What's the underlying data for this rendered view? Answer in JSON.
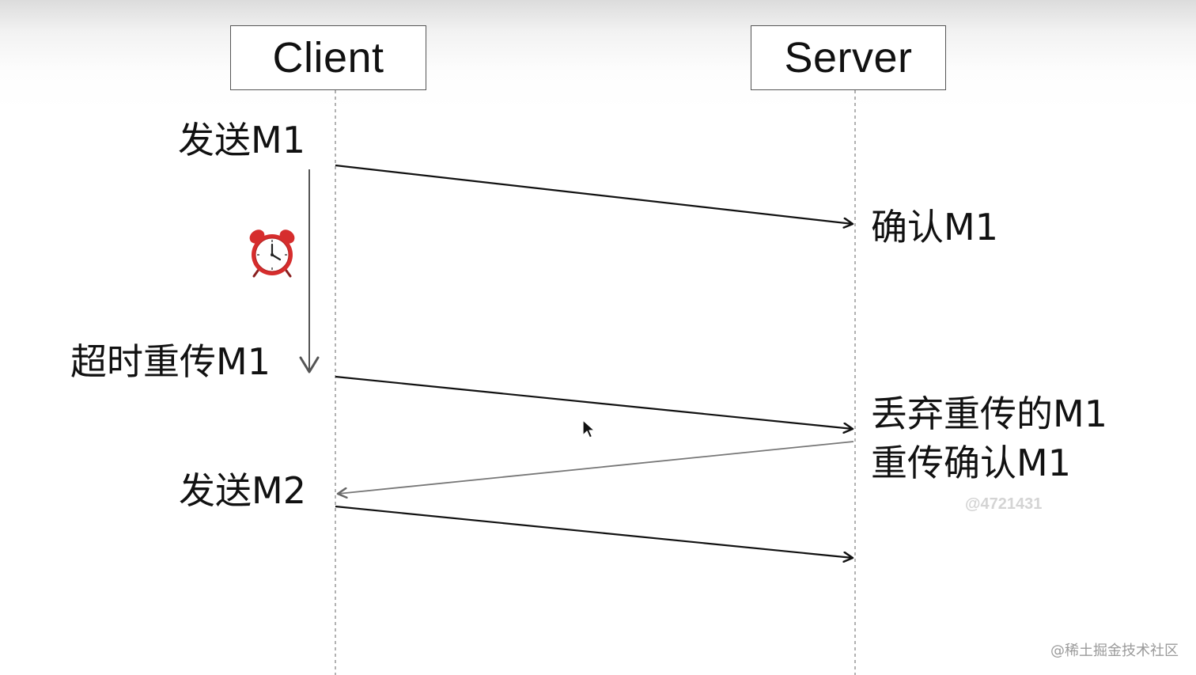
{
  "participants": {
    "client": "Client",
    "server": "Server"
  },
  "client_labels": {
    "send_m1": "发送M1",
    "timeout_retransmit": "超时重传M1",
    "send_m2": "发送M2"
  },
  "server_labels": {
    "ack_m1": "确认M1",
    "discard_retransmitted": "丢弃重传的M1",
    "retransmit_ack": "重传确认M1"
  },
  "messages": [
    {
      "from": "client",
      "to": "server",
      "label": "发送M1"
    },
    {
      "from": "client",
      "to": "server",
      "label": "超时重传M1"
    },
    {
      "from": "server",
      "to": "client",
      "label": "重传确认M1"
    },
    {
      "from": "client",
      "to": "server",
      "label": "发送M2"
    }
  ],
  "icons": {
    "timer": "alarm-clock-icon",
    "pointer": "mouse-cursor-icon"
  },
  "watermarks": {
    "id": "@4721431",
    "site": "@稀土掘金技术社区"
  },
  "colors": {
    "arrow": "#111111",
    "reply_arrow": "#666666",
    "lifeline": "#888888",
    "alarm": "#d62d2d"
  }
}
